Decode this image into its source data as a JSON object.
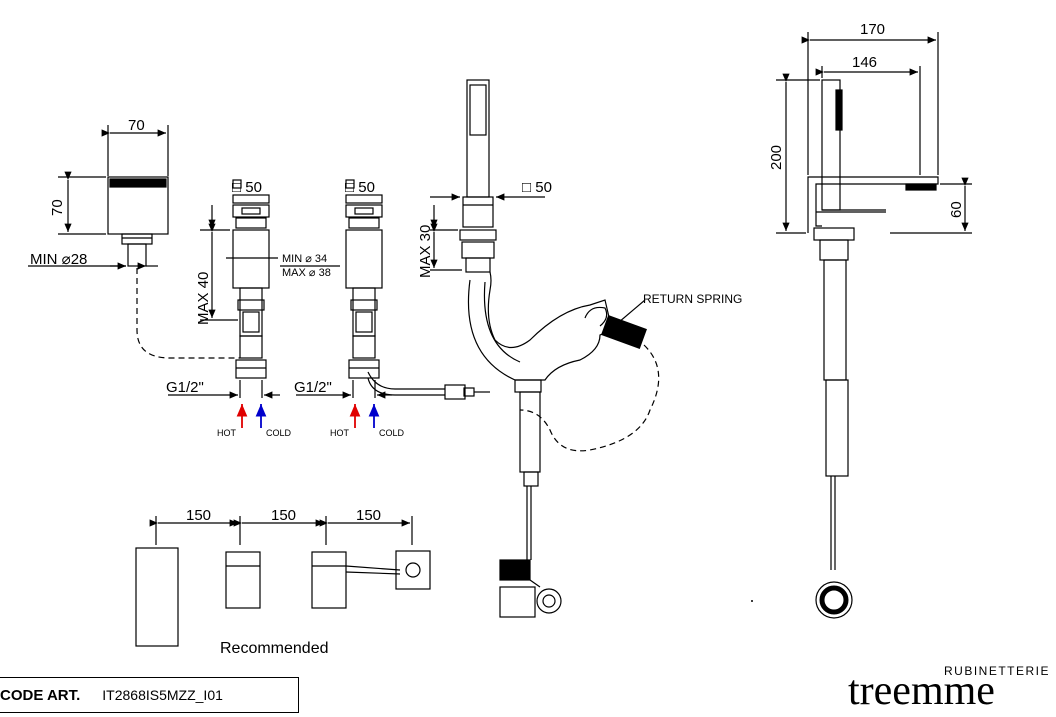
{
  "dimensions": {
    "block_width": "70",
    "block_height": "70",
    "min_diameter": "MIN ⌀28",
    "square_50_a": "□ 50",
    "square_50_b": "□ 50",
    "square_50_c": "□ 50",
    "min_d34": "MIN ⌀ 34",
    "max_d38": "MAX ⌀ 38",
    "max40": "MAX 40",
    "max30": "MAX 30",
    "g_half_a": "G1/2\"",
    "g_half_b": "G1/2\"",
    "side_170": "170",
    "side_146": "146",
    "side_200": "200",
    "side_60": "60",
    "spacing_1": "150",
    "spacing_2": "150",
    "spacing_3": "150"
  },
  "labels": {
    "hot_a": "HOT",
    "cold_a": "COLD",
    "hot_b": "HOT",
    "cold_b": "COLD",
    "return_spring": "RETURN SPRING",
    "recommended": "Recommended"
  },
  "footer": {
    "code_label": "CODE ART.",
    "code_value": "IT2868IS5MZZ_I01"
  },
  "brand": {
    "tagline": "RUBINETTERIE",
    "name": "treemme"
  },
  "colors": {
    "hot": "#e00000",
    "cold": "#0000cc",
    "line": "#000000"
  }
}
